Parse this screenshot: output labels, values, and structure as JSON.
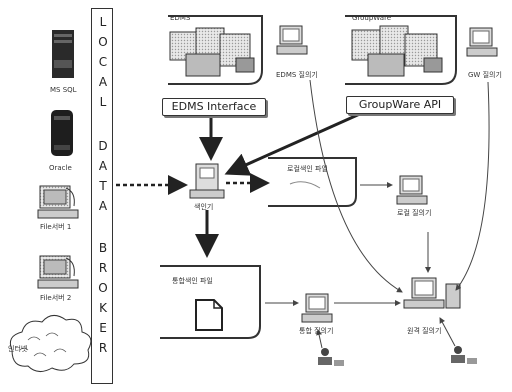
{
  "sources": {
    "mssql": "MS SQL",
    "oracle": "Oracle",
    "fileserver1": "File서버 1",
    "fileserver2": "File서버 2",
    "internet": "인터넷"
  },
  "broker": {
    "letters": [
      "L",
      "O",
      "C",
      "A",
      "L",
      "D",
      "A",
      "T",
      "A",
      "B",
      "R",
      "O",
      "K",
      "E",
      "R"
    ]
  },
  "systems": {
    "edms": "EDMS",
    "edms_searcher": "EDMS 질의기",
    "groupware": "GroupWare",
    "gw_searcher": "GW 질의기"
  },
  "interfaces": {
    "edms_interface": "EDMS Interface",
    "groupware_api": "GroupWare API"
  },
  "central": {
    "indexer": "색인기",
    "local_index_file": "로컬색인 파일",
    "local_searcher": "로컬 질의기",
    "unified_index_file": "통합색인 파일",
    "unified_searcher": "통합 질의기",
    "remote_searcher": "원격 질의기"
  }
}
